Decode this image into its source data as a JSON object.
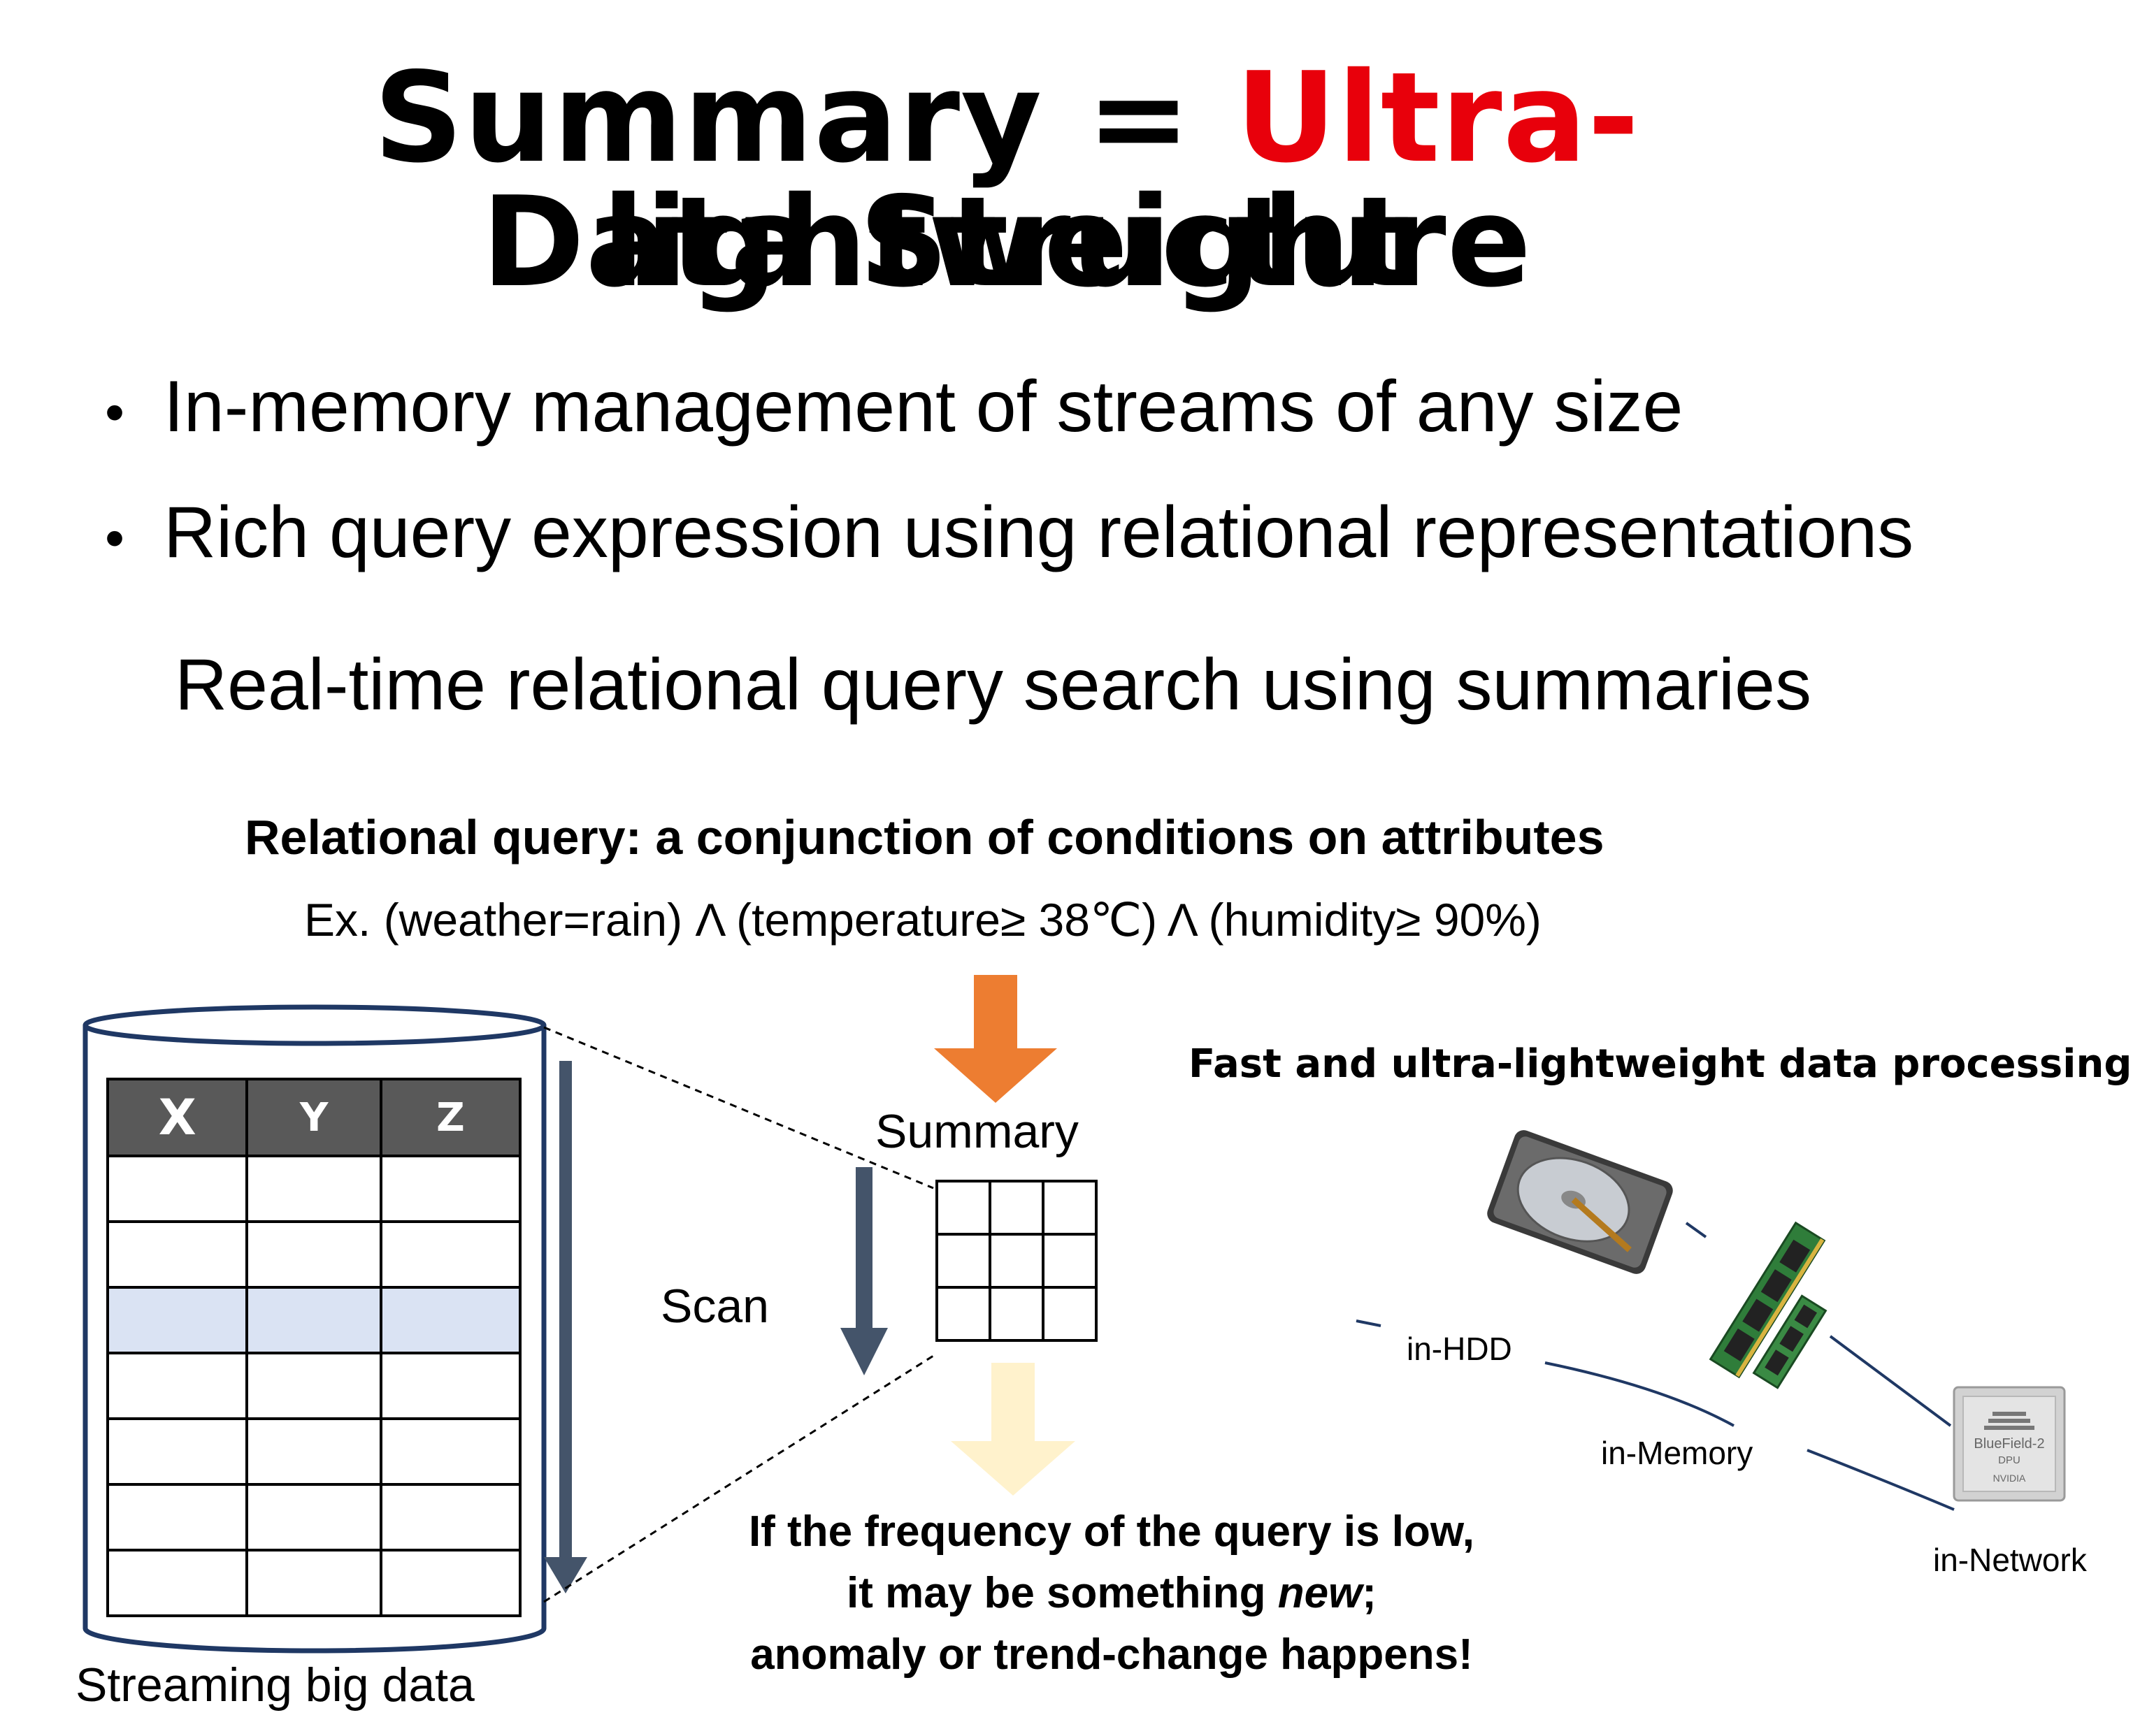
{
  "title": {
    "line1_prefix": "Summary = ",
    "line1_highlight": "Ultra-",
    "line1_suffix": "lightweight",
    "line2": "Data Structure",
    "highlight_color": "#e8000b"
  },
  "bullets": [
    "In-memory management of streams of any size",
    "Rich query expression using relational representations"
  ],
  "subheading": "Real-time relational query search using summaries",
  "relational_query": {
    "title": "Relational query: a conjunction of conditions on attributes",
    "example": "Ex.  (weather=rain) Λ (temperature≥ 38℃) Λ (humidity≥ 90%)"
  },
  "table": {
    "headers": [
      "X",
      "Y",
      "Z"
    ],
    "row_count": 7,
    "highlighted_row": 2,
    "header_color": "#595959",
    "highlight_color": "#dae3f3"
  },
  "labels": {
    "streaming": "Streaming big data",
    "summary": "Summary",
    "scan": "Scan",
    "fast_processing": "Fast and ultra-lightweight data processing",
    "in_hdd": "in-HDD",
    "in_memory": "in-Memory",
    "in_network": "in-Network"
  },
  "conclusion": {
    "line1": "If the frequency of the query is low,",
    "line2_before": "it may be something ",
    "line2_italic": "new",
    "line2_after": ";",
    "line3": "anomaly or trend-change happens!"
  },
  "hardware": {
    "dpu_brand": "BlueField-2",
    "dpu_sub": "DPU",
    "dpu_maker": "NVIDIA"
  },
  "colors": {
    "arrow_orange": "#ed7d31",
    "arrow_light": "#fff2cc",
    "scan_arrow": "#44546a"
  }
}
